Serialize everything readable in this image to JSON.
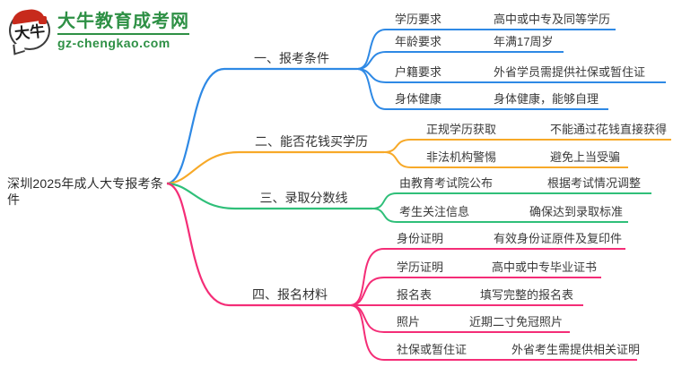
{
  "logo": {
    "icon_text": "大牛",
    "title": "大牛教育成考网",
    "url": "gz-chengkao.com"
  },
  "root": {
    "title": "深圳2025年成人大专报考条件"
  },
  "colors": {
    "branch1_blue": "#2E89E5",
    "branch2_orange": "#F7A928",
    "branch3_green": "#2FBF79",
    "branch4_pink": "#F42D77",
    "logo_green": "#2e9045"
  },
  "branches": [
    {
      "title": "一、报考条件",
      "color": "#2E89E5",
      "rows": [
        {
          "label": "学历要求",
          "desc": "高中或中专及同等学历"
        },
        {
          "label": "年龄要求",
          "desc": "年满17周岁"
        },
        {
          "label": "户籍要求",
          "desc": "外省学员需提供社保或暂住证"
        },
        {
          "label": "身体健康",
          "desc": "身体健康，能够自理"
        }
      ]
    },
    {
      "title": "二、能否花钱买学历",
      "color": "#F7A928",
      "rows": [
        {
          "label": "正规学历获取",
          "desc": "不能通过花钱直接获得"
        },
        {
          "label": "非法机构警惕",
          "desc": "避免上当受骗"
        }
      ]
    },
    {
      "title": "三、录取分数线",
      "color": "#2FBF79",
      "rows": [
        {
          "label": "由教育考试院公布",
          "desc": "根据考试情况调整"
        },
        {
          "label": "考生关注信息",
          "desc": "确保达到录取标准"
        }
      ]
    },
    {
      "title": "四、报名材料",
      "color": "#F42D77",
      "rows": [
        {
          "label": "身份证明",
          "desc": "有效身份证原件及复印件"
        },
        {
          "label": "学历证明",
          "desc": "高中或中专毕业证书"
        },
        {
          "label": "报名表",
          "desc": "填写完整的报名表"
        },
        {
          "label": "照片",
          "desc": "近期二寸免冠照片"
        },
        {
          "label": "社保或暂住证",
          "desc": "外省考生需提供相关证明"
        }
      ]
    }
  ]
}
